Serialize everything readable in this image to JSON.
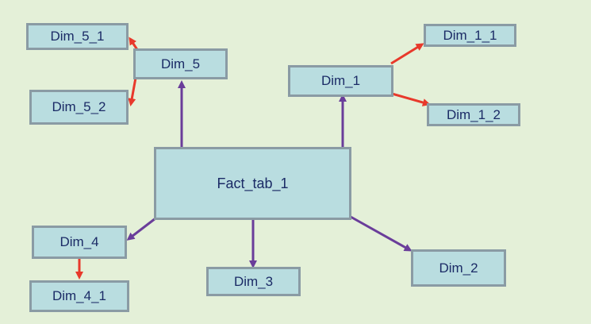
{
  "diagram": {
    "nodes": [
      {
        "id": "fact_tab_1",
        "label": "Fact_tab_1"
      },
      {
        "id": "dim_1",
        "label": "Dim_1"
      },
      {
        "id": "dim_1_1",
        "label": "Dim_1_1"
      },
      {
        "id": "dim_1_2",
        "label": "Dim_1_2"
      },
      {
        "id": "dim_2",
        "label": "Dim_2"
      },
      {
        "id": "dim_3",
        "label": "Dim_3"
      },
      {
        "id": "dim_4",
        "label": "Dim_4"
      },
      {
        "id": "dim_4_1",
        "label": "Dim_4_1"
      },
      {
        "id": "dim_5",
        "label": "Dim_5"
      },
      {
        "id": "dim_5_1",
        "label": "Dim_5_1"
      },
      {
        "id": "dim_5_2",
        "label": "Dim_5_2"
      }
    ],
    "edges": [
      {
        "from": "fact_tab_1",
        "to": "dim_1",
        "kind": "primary"
      },
      {
        "from": "fact_tab_1",
        "to": "dim_2",
        "kind": "primary"
      },
      {
        "from": "fact_tab_1",
        "to": "dim_3",
        "kind": "primary"
      },
      {
        "from": "fact_tab_1",
        "to": "dim_4",
        "kind": "primary"
      },
      {
        "from": "fact_tab_1",
        "to": "dim_5",
        "kind": "primary"
      },
      {
        "from": "dim_1",
        "to": "dim_1_1",
        "kind": "secondary"
      },
      {
        "from": "dim_1",
        "to": "dim_1_2",
        "kind": "secondary"
      },
      {
        "from": "dim_4",
        "to": "dim_4_1",
        "kind": "secondary"
      },
      {
        "from": "dim_5",
        "to": "dim_5_1",
        "kind": "secondary"
      },
      {
        "from": "dim_5",
        "to": "dim_5_2",
        "kind": "secondary"
      }
    ]
  },
  "colors": {
    "background": "#e4f0d8",
    "node_fill": "#b9dde0",
    "node_border": "#8a9ba4",
    "node_text": "#1b2b66",
    "primary_edge": "#6a3d9a",
    "secondary_edge": "#e8392b"
  }
}
